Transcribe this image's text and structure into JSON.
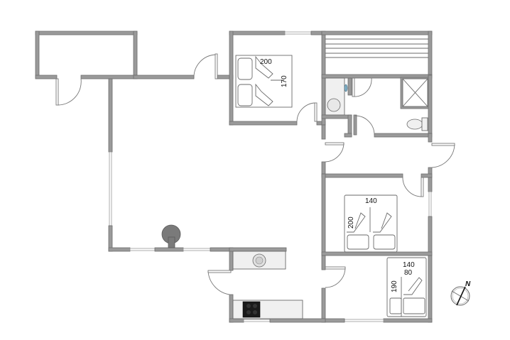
{
  "diagram": {
    "type": "floor_plan",
    "colors": {
      "wall": "#9a9a9a",
      "wall_outline": "#6e6e6e",
      "fixture_fill": "#f0f0f0",
      "stove": "#1a1a1a",
      "fireplace": "#7a7a7a"
    },
    "rooms": [
      {
        "name": "bedroom-1",
        "bed": {
          "length": "200",
          "width": "170"
        }
      },
      {
        "name": "bedroom-2",
        "bed": {
          "width": "140",
          "length": "200"
        }
      },
      {
        "name": "bedroom-3",
        "bunk": {
          "top_width": "140",
          "bottom_width": "80",
          "length": "190"
        }
      },
      {
        "name": "sauna"
      },
      {
        "name": "bathroom",
        "fixtures": [
          "shower",
          "toilet",
          "sink"
        ]
      },
      {
        "name": "utility",
        "fixtures": [
          "washer",
          "sink"
        ]
      },
      {
        "name": "kitchen",
        "fixtures": [
          "sink",
          "stove"
        ]
      },
      {
        "name": "living-room",
        "fixtures": [
          "fireplace"
        ]
      },
      {
        "name": "shed"
      }
    ],
    "labels": {
      "bed1_length": "200",
      "bed1_width": "170",
      "bed2_width": "140",
      "bed2_length": "200",
      "bed3_top": "140",
      "bed3_bottom": "80",
      "bed3_length": "190"
    },
    "compass": {
      "label": "N",
      "icon": "compass-north-icon"
    }
  }
}
